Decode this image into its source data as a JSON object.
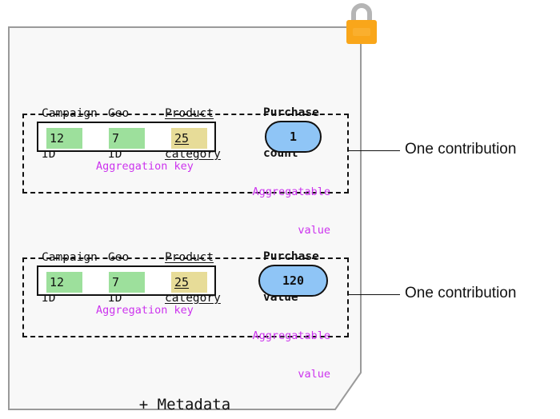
{
  "diagram": {
    "title_text": "",
    "colors": {
      "card_bg": "#f8f8f8",
      "card_border": "#9a9a9a",
      "ink": "#111111",
      "key_green": "#9de09c",
      "key_yellow": "#e7dc98",
      "value_blue": "#8fc5f6",
      "annotation_magenta": "#cc33ee",
      "lock_body": "#f9a61a",
      "lock_shackle": "#b5b5b5"
    },
    "lock_icon_name": "lock-icon",
    "footer_label": "+ Metadata"
  },
  "contributions": [
    {
      "id": "contribution-1",
      "headers": [
        {
          "line1": "Campaign",
          "line2": "ID",
          "underlined": false,
          "bold": false
        },
        {
          "line1": "Geo",
          "line2": "ID",
          "underlined": false,
          "bold": false
        },
        {
          "line1": "Product",
          "line2": "category",
          "underlined": true,
          "bold": false
        },
        {
          "line1": "Purchase",
          "line2": "count",
          "underlined": false,
          "bold": true
        }
      ],
      "key_cells": [
        {
          "value": "12",
          "highlight": "green",
          "underlined": false
        },
        {
          "value": "7",
          "highlight": "green",
          "underlined": false
        },
        {
          "value": "25",
          "highlight": "yellow",
          "underlined": true
        }
      ],
      "aggregatable_value": "1",
      "key_annotation": "Aggregation key",
      "value_annotation_line1": "Aggregatable",
      "value_annotation_line2": "value",
      "callout_label": "One contribution"
    },
    {
      "id": "contribution-2",
      "headers": [
        {
          "line1": "Campaign",
          "line2": "ID",
          "underlined": false,
          "bold": false
        },
        {
          "line1": "Geo",
          "line2": "ID",
          "underlined": false,
          "bold": false
        },
        {
          "line1": "Product",
          "line2": "category",
          "underlined": true,
          "bold": false
        },
        {
          "line1": "Purchase",
          "line2": "value",
          "underlined": false,
          "bold": true
        }
      ],
      "key_cells": [
        {
          "value": "12",
          "highlight": "green",
          "underlined": false
        },
        {
          "value": "7",
          "highlight": "green",
          "underlined": false
        },
        {
          "value": "25",
          "highlight": "yellow",
          "underlined": true
        }
      ],
      "aggregatable_value": "120",
      "key_annotation": "Aggregation key",
      "value_annotation_line1": "Aggregatable",
      "value_annotation_line2": "value",
      "callout_label": "One contribution"
    }
  ]
}
